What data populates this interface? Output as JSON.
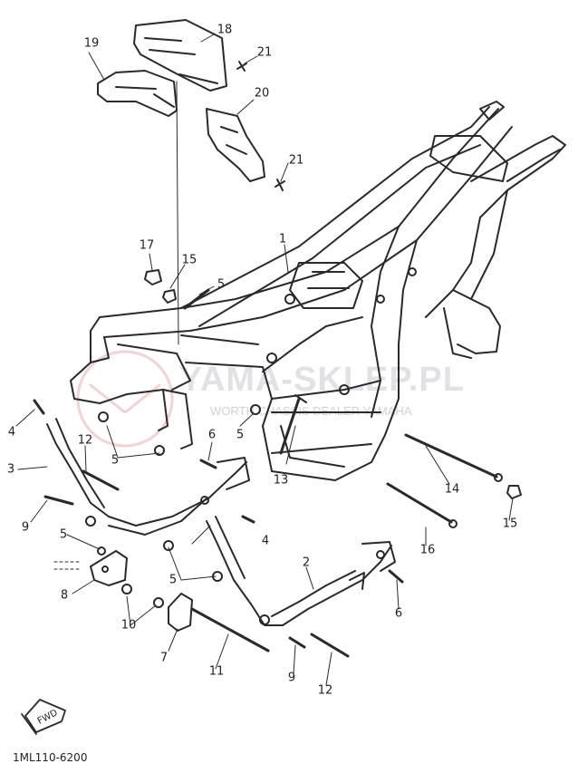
{
  "diagram": {
    "part_code": "1ML110-6200",
    "watermark_main": "YAMA-SKLEP.PL",
    "watermark_sub": "WORTH CHASSIS DEALER YAMAHA",
    "fwd_label": "FWD",
    "callouts": [
      {
        "id": "c18",
        "text": "18"
      },
      {
        "id": "c19",
        "text": "19"
      },
      {
        "id": "c21a",
        "text": "21"
      },
      {
        "id": "c20",
        "text": "20"
      },
      {
        "id": "c21b",
        "text": "21"
      },
      {
        "id": "c1",
        "text": "1"
      },
      {
        "id": "c17",
        "text": "17"
      },
      {
        "id": "c15a",
        "text": "15"
      },
      {
        "id": "c5a",
        "text": "5"
      },
      {
        "id": "c4a",
        "text": "4"
      },
      {
        "id": "c12a",
        "text": "12"
      },
      {
        "id": "c6a",
        "text": "6"
      },
      {
        "id": "c5b",
        "text": "5"
      },
      {
        "id": "c5c",
        "text": "5"
      },
      {
        "id": "c3",
        "text": "3"
      },
      {
        "id": "c13",
        "text": "13"
      },
      {
        "id": "c14",
        "text": "14"
      },
      {
        "id": "c9a",
        "text": "9"
      },
      {
        "id": "c15b",
        "text": "15"
      },
      {
        "id": "c5d",
        "text": "5"
      },
      {
        "id": "c4b",
        "text": "4"
      },
      {
        "id": "c16",
        "text": "16"
      },
      {
        "id": "c8",
        "text": "8"
      },
      {
        "id": "c5e",
        "text": "5"
      },
      {
        "id": "c2",
        "text": "2"
      },
      {
        "id": "c10",
        "text": "10"
      },
      {
        "id": "c6b",
        "text": "6"
      },
      {
        "id": "c7",
        "text": "7"
      },
      {
        "id": "c11",
        "text": "11"
      },
      {
        "id": "c9b",
        "text": "9"
      },
      {
        "id": "c12b",
        "text": "12"
      }
    ]
  },
  "colors": {
    "line": "#2a2a2a",
    "watermark_logo": "#e4a6a6"
  }
}
